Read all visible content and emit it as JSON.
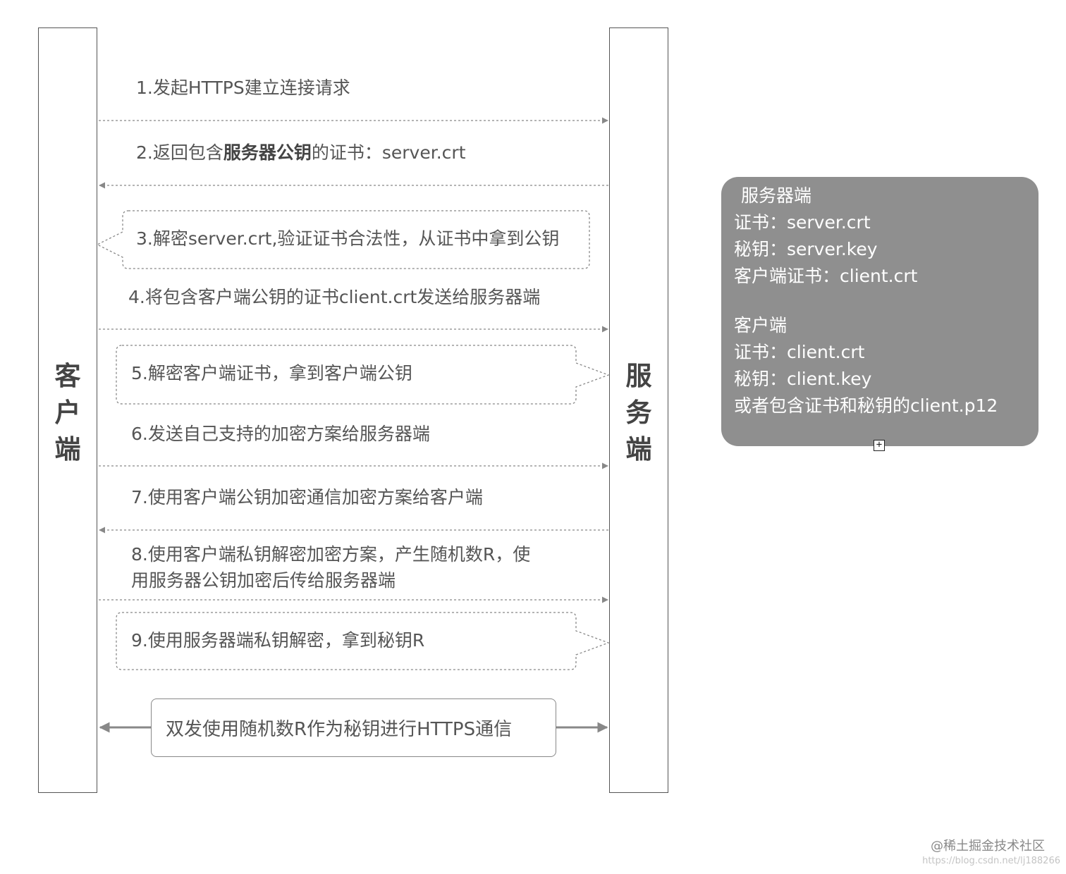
{
  "lanes": {
    "client": [
      "客",
      "户",
      "端"
    ],
    "server": [
      "服",
      "务",
      "端"
    ]
  },
  "messages": {
    "m1": "1.发起HTTPS建立连接请求",
    "m2_prefix": "2.返回包含",
    "m2_bold": "服务器公钥",
    "m2_suffix": "的证书：server.crt",
    "m3": "3.解密server.crt,验证证书合法性，从证书中拿到公钥",
    "m4": "4.将包含客户端公钥的证书client.crt发送给服务器端",
    "m5": "5.解密客户端证书，拿到客户端公钥",
    "m6": "6.发送自己支持的加密方案给服务器端",
    "m7": "7.使用客户端公钥加密通信加密方案给客户端",
    "m8_line1": "8.使用客户端私钥解密加密方案，产生随机数R，使",
    "m8_line2": "用服务器公钥加密后传给服务器端",
    "m9": "9.使用服务器端私钥解密，拿到秘钥R",
    "final": "双发使用随机数R作为秘钥进行HTTPS通信"
  },
  "note": {
    "server_title": "服务器端",
    "server_cert": "证书：server.crt",
    "server_key": "秘钥：server.key",
    "server_client_cert": "客户端证书：client.crt",
    "client_title": "客户端",
    "client_cert": "证书：client.crt",
    "client_key": "秘钥：client.key",
    "client_p12": "或者包含证书和秘钥的client.p12"
  },
  "expand_glyph": "+",
  "watermark": "@稀土掘金技术社区",
  "watermark_url": "https://blog.csdn.net/lj188266"
}
